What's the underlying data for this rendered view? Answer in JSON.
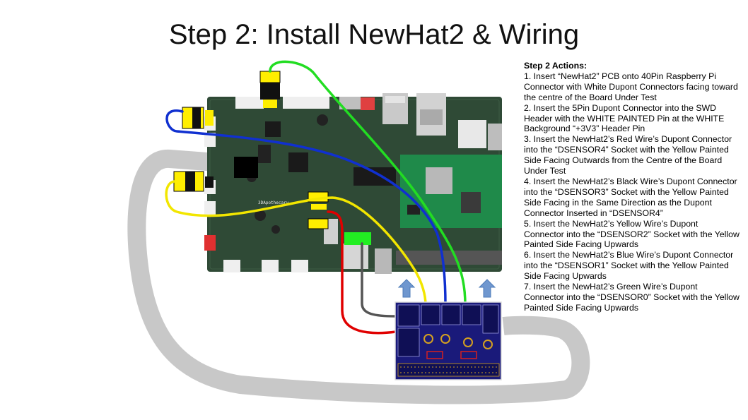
{
  "title": "Step 2: Install NewHat2 & Wiring",
  "actions": {
    "heading": "Step 2 Actions:",
    "steps": [
      "1. Insert “NewHat2” PCB onto 40Pin Raspberry Pi Connector with White Dupont Connectors facing toward the centre of the Board Under Test",
      "2. Insert the 5Pin Dupont Connector into the SWD Header with the WHITE PAINTED Pin at the WHITE Background “+3V3” Header Pin",
      "3. Insert the NewHat2’s Red Wire’s Dupont Connector into the “DSENSOR4” Socket with the Yellow Painted Side Facing Outwards from the Centre of the Board Under Test",
      "4. Insert the NewHat2’s Black Wire’s Dupont Connector into the “DSENSOR3” Socket with the Yellow Painted Side Facing in the Same Direction as the Dupont Connector Inserted in “DSENSOR4”",
      "5. Insert the NewHat2’s Yellow Wire’s Dupont Connector into the “DSENSOR2” Socket with the Yellow Painted Side Facing Upwards",
      "6. Insert the NewHat2’s Blue Wire’s Dupont Connector into the “DSENSOR1” Socket with the Yellow Painted Side Facing Upwards",
      "7. Insert the NewHat2’s Green Wire’s Dupont Connector into the “DSENSOR0” Socket with the Yellow Painted Side Facing Upwards"
    ]
  },
  "board": {
    "silkscreen": "3DApothecary"
  },
  "colors": {
    "board": "#2f4a36",
    "ribbon_cable": "#c8c8c8",
    "wire_red": "#e00000",
    "wire_black": "#555555",
    "wire_yellow": "#f2e600",
    "wire_blue": "#1030d0",
    "wire_green": "#22dd22",
    "connector_yellow": "#ffee00",
    "arrow": "#6f97cf",
    "hat_pcb": "#1a1a7a"
  }
}
